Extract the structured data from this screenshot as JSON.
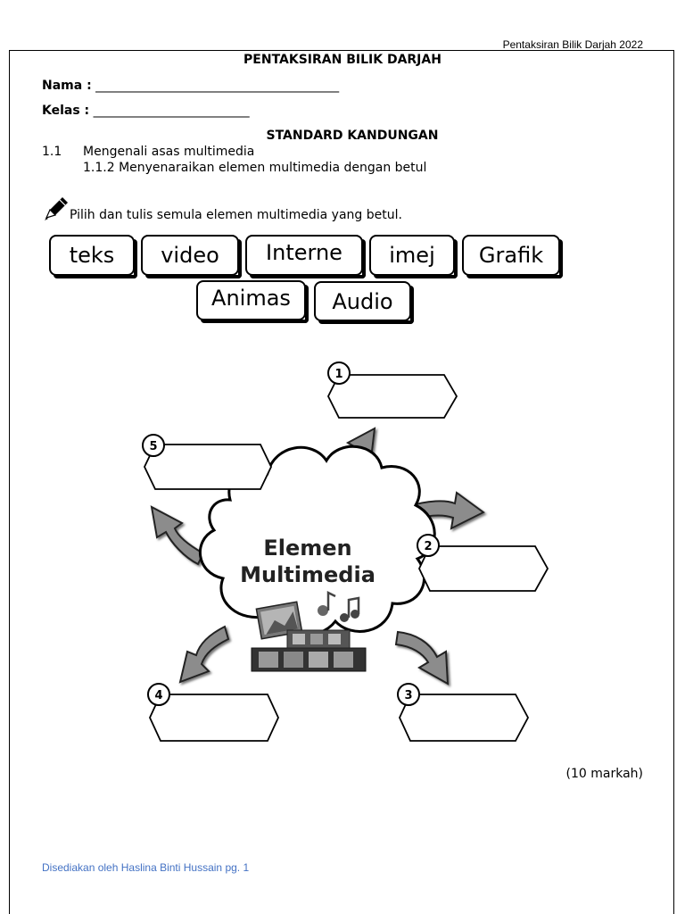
{
  "header_note": "Pentaksiran Bilik Darjah 2022",
  "title": "PENTAKSIRAN BILIK DARJAH",
  "fields": {
    "nama_label": "Nama :",
    "nama_line": "_______________________________________",
    "kelas_label": "Kelas  :",
    "kelas_line": "_________________________"
  },
  "standard_heading": "STANDARD KANDUNGAN",
  "standard": {
    "num1": "1.1",
    "text1": "Mengenali asas multimedia",
    "text2": "1.1.2  Menyenaraikan elemen multimedia dengan betul"
  },
  "instruction": "Pilih dan tulis semula elemen multimedia yang betul.",
  "word_bank": [
    "teks",
    "video",
    "Interne",
    "imej",
    "Grafik",
    "Animas",
    "Audio"
  ],
  "diagram": {
    "center_line1": "Elemen",
    "center_line2": "Multimedia",
    "slots": [
      "1",
      "2",
      "3",
      "4",
      "5"
    ]
  },
  "marks": "(10 markah)",
  "footer": "Disediakan oleh Haslina Binti Hussain pg. 1"
}
